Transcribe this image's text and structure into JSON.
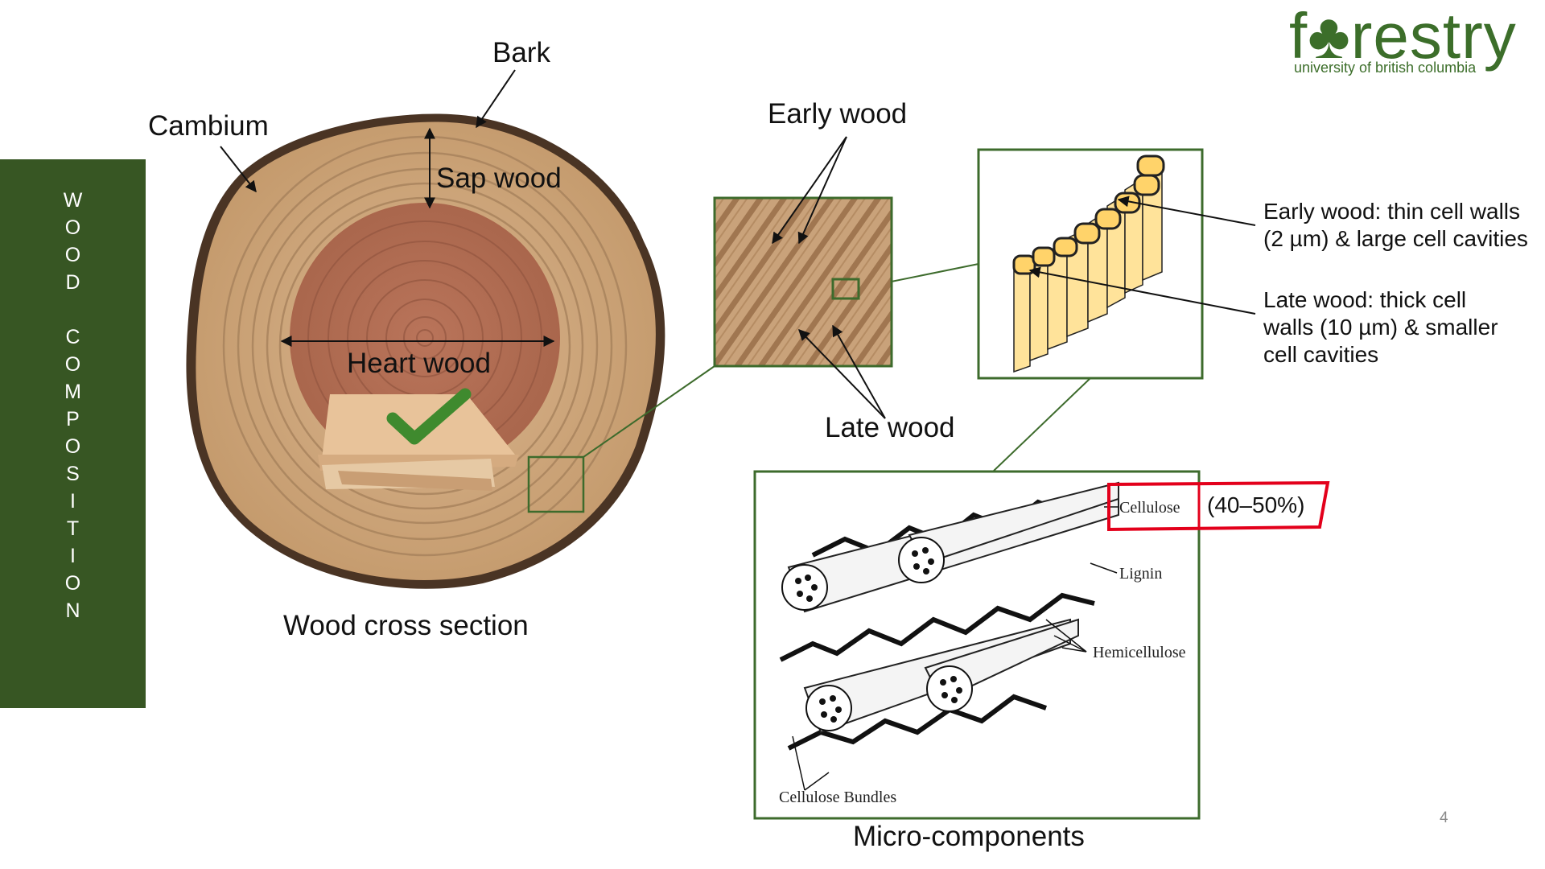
{
  "logo": {
    "brand": "forestry",
    "subtitle": "university of british columbia"
  },
  "sidebar": {
    "title": "W\nO\nO\nD\n\nC\nO\nM\nP\nO\nS\nI\nT\nI\nO\nN"
  },
  "cross_section": {
    "bark": "Bark",
    "cambium": "Cambium",
    "sap_wood": "Sap wood",
    "heart_wood": "Heart wood",
    "caption": "Wood cross section"
  },
  "rings": {
    "early_wood": "Early wood",
    "late_wood": "Late wood"
  },
  "cells": {
    "early_desc": "Early wood: thin cell walls\n(2 µm) & large cell cavities",
    "late_desc": "Late wood: thick cell\nwalls (10 µm) & smaller\ncell cavities"
  },
  "micro": {
    "cellulose": "Cellulose",
    "cellulose_pct": "(40–50%)",
    "lignin": "Lignin",
    "hemicellulose": "Hemicellulose",
    "bundles": "Cellulose Bundles",
    "caption": "Micro-components"
  },
  "page_number": "4",
  "colors": {
    "sidebar_green": "#375623",
    "box_green": "#3d6b2c",
    "highlight_red": "#e3001b",
    "logo_green": "#3c6e2a"
  }
}
